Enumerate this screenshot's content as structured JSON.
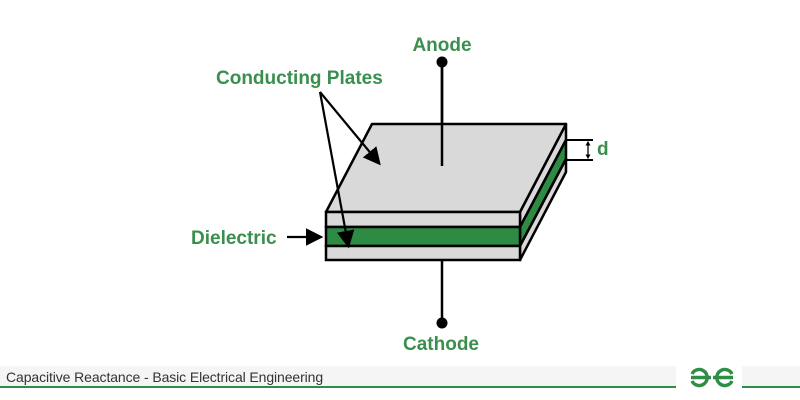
{
  "diagram": {
    "labels": {
      "anode": "Anode",
      "cathode": "Cathode",
      "conducting_plates": "Conducting Plates",
      "dielectric": "Dielectric",
      "separation": "d"
    },
    "colors": {
      "label_green": "#3a8f4f",
      "dielectric_green": "#2e8b43",
      "plate_gray": "#d9d9d9",
      "outline": "#000000"
    }
  },
  "footer": {
    "title": "Capacitive Reactance - Basic Electrical Engineering",
    "logo": "gfg-logo-icon",
    "accent": "#2f8d46"
  }
}
